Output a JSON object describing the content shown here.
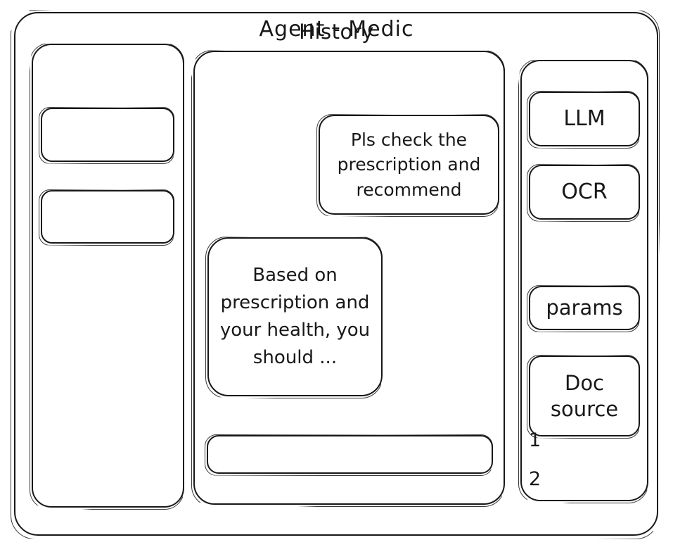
{
  "window": {
    "name": "agent-app-wireframe"
  },
  "sidebar": {
    "title": "History",
    "items": [
      {
        "label": ""
      },
      {
        "label": ""
      }
    ]
  },
  "main": {
    "title": "Agent - Medic",
    "messages": [
      {
        "role": "user",
        "text": "Pls check the prescription and recommend"
      },
      {
        "role": "assistant",
        "text": "Based on prescription and your health, you should ..."
      }
    ],
    "composer": {
      "value": "",
      "placeholder": ""
    }
  },
  "tools": {
    "cards": [
      {
        "label": "LLM"
      },
      {
        "label": "OCR"
      },
      {
        "label": "params"
      },
      {
        "label": "Doc source"
      }
    ],
    "doc_references": [
      {
        "label": "1"
      },
      {
        "label": "2"
      }
    ]
  },
  "colors": {
    "stroke": "#17181a",
    "background": "#ffffff"
  }
}
